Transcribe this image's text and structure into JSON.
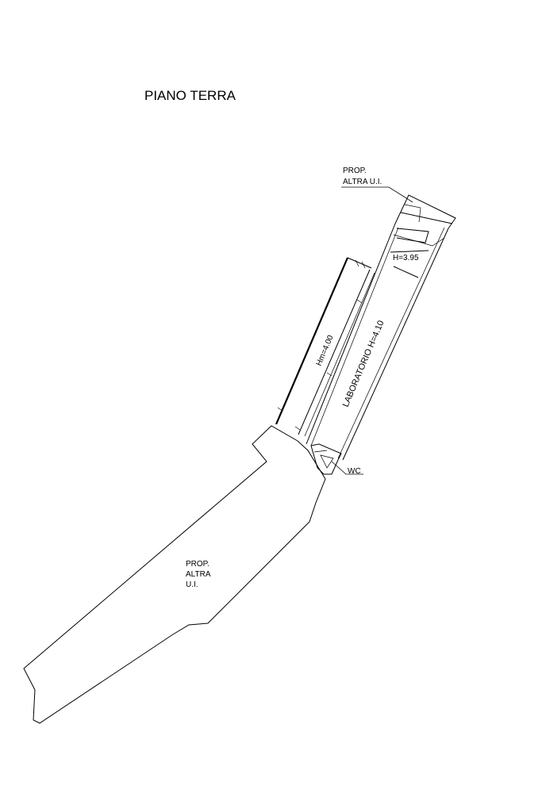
{
  "title": "PIANO TERRA",
  "labels": {
    "prop_top_line1": "PROP.",
    "prop_top_line2": "ALTRA U.I.",
    "height_small": "H=3.95",
    "hm": "Hm=4.00",
    "laboratorio": "LABORATORIO  H=4.10",
    "wc": "WC",
    "prop_bottom_line1": "PROP.",
    "prop_bottom_line2": "ALTRA",
    "prop_bottom_line3": "U.I."
  }
}
